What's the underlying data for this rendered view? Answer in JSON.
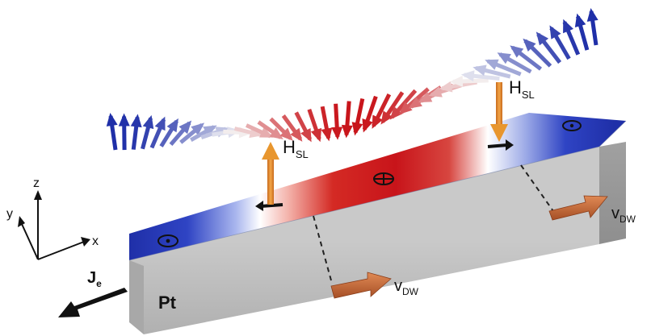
{
  "labels": {
    "h_sl_left": "H",
    "h_sl_left_sub": "SL",
    "h_sl_right": "H",
    "h_sl_right_sub": "SL",
    "v_dw_front": "v",
    "v_dw_front_sub": "DW",
    "v_dw_back": "v",
    "v_dw_back_sub": "DW",
    "current": "J",
    "current_sub": "e",
    "material": "Pt",
    "axis_x": "x",
    "axis_y": "y",
    "axis_z": "z"
  },
  "colors": {
    "domain_up": "#1f2fa8",
    "domain_down": "#c8141a",
    "wall_center": "#ffffff",
    "substrate_side": "#9a9a9a",
    "substrate_front": "#bdbdbd",
    "field_arrow": "#e8962e",
    "velocity_arrow": "#c8683a",
    "current_arrow": "#111111"
  },
  "magnetization_profile": {
    "description_keys": [
      "up-domain",
      "wall",
      "down-domain",
      "wall",
      "up-domain"
    ]
  }
}
